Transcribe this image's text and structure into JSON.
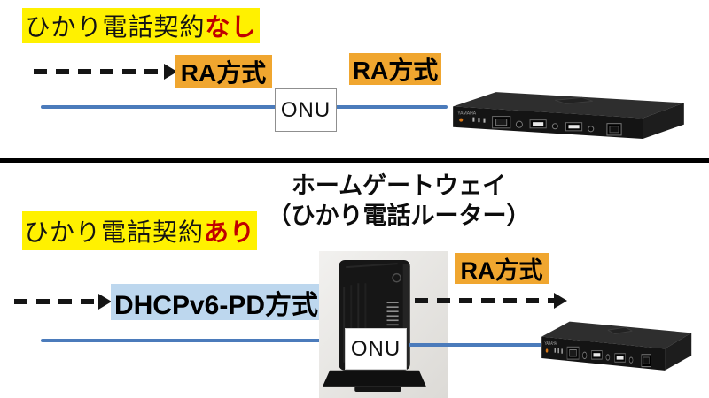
{
  "top_diagram": {
    "contract_label": {
      "prefix": "ひかり電話契約",
      "status": "なし"
    },
    "wan_method_label": "RA方式",
    "lan_method_label": "RA方式",
    "onu_label": "ONU",
    "router_image": "yamaha-desktop-router"
  },
  "bottom_diagram": {
    "heading": {
      "line1": "ホームゲートウェイ",
      "line2": "（ひかり電話ルーター）"
    },
    "contract_label": {
      "prefix": "ひかり電話契約",
      "status": "あり"
    },
    "wan_method_label": "DHCPv6-PD方式",
    "lan_method_label": "RA方式",
    "onu_label": "ONU",
    "gateway_image": "home-gateway-tower",
    "router_image": "yamaha-desktop-router"
  },
  "colors": {
    "highlight_yellow": "#FFF100",
    "status_red": "#C00000",
    "method_orange": "#F0A62F",
    "method_blue": "#BDD7EE",
    "line_blue": "#4B7BBB",
    "divider_black": "#000000"
  }
}
